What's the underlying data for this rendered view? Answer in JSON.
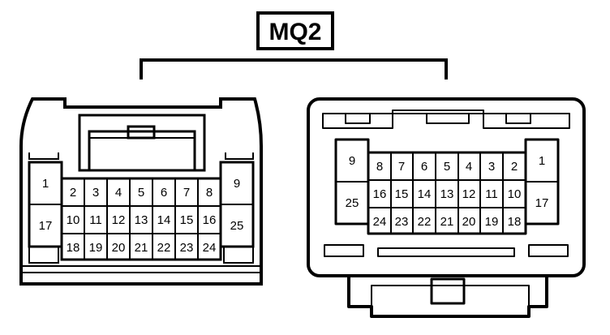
{
  "title": "MQ2",
  "left_connector": {
    "pins": [
      "1",
      "2",
      "3",
      "4",
      "5",
      "6",
      "7",
      "8",
      "9",
      "10",
      "11",
      "12",
      "13",
      "14",
      "15",
      "16",
      "17",
      "18",
      "19",
      "20",
      "21",
      "22",
      "23",
      "24",
      "25"
    ]
  },
  "right_connector": {
    "pins": [
      "1",
      "2",
      "3",
      "4",
      "5",
      "6",
      "7",
      "8",
      "9",
      "10",
      "11",
      "12",
      "13",
      "14",
      "15",
      "16",
      "17",
      "18",
      "19",
      "20",
      "21",
      "22",
      "23",
      "24",
      "25"
    ]
  }
}
